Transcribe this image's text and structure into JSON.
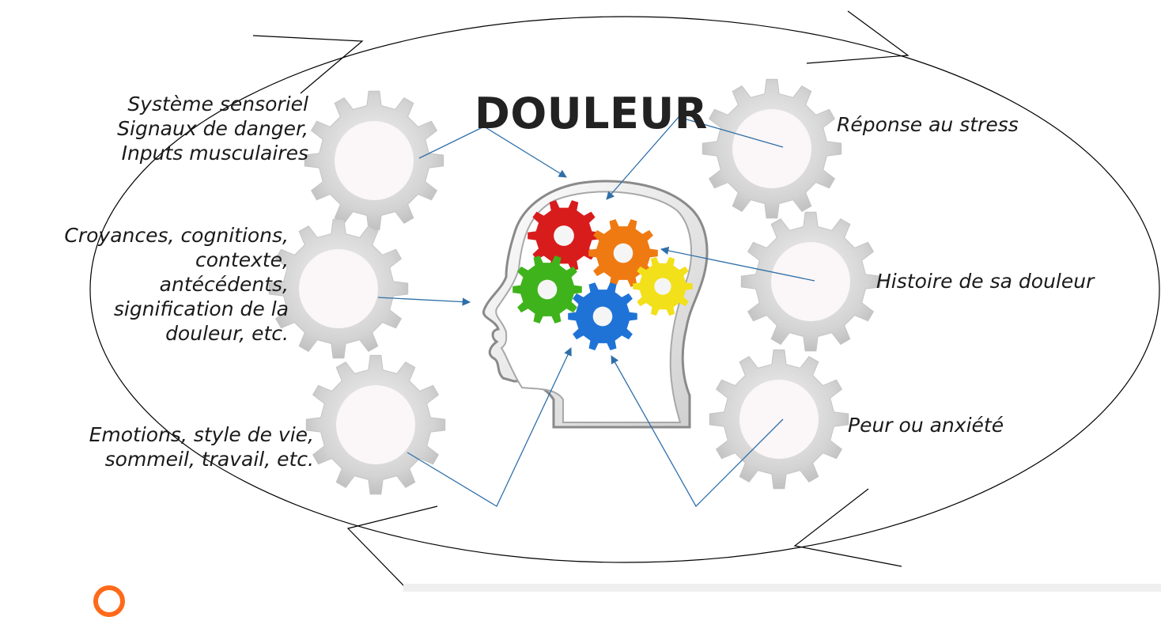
{
  "title": "DOULEUR",
  "colors": {
    "arrow": "#2f6fa8",
    "cycle": "#000000",
    "gear_outer": "#d6d6d6",
    "gear_hub": "#fbf6f7",
    "brain_gears": [
      "#d81c1c",
      "#ef7a12",
      "#3fb31b",
      "#1f73d6",
      "#f2e01a"
    ],
    "footer_accent": "#ff6a1a"
  },
  "labels": {
    "sensory": [
      "Système sensoriel",
      "Signaux de danger,",
      "Inputs musculaires"
    ],
    "beliefs": [
      "Croyances, cognitions,",
      "contexte,",
      "antécédents,",
      "signification de la",
      "douleur, etc."
    ],
    "emotions": [
      "Emotions, style de vie,",
      "sommeil, travail, etc."
    ],
    "stress": "Réponse au stress",
    "history": "Histoire de sa douleur",
    "fear": "Peur ou anxiété"
  },
  "icons": [
    "gear-icon",
    "head-silhouette-icon",
    "cycle-arrow-icon"
  ]
}
